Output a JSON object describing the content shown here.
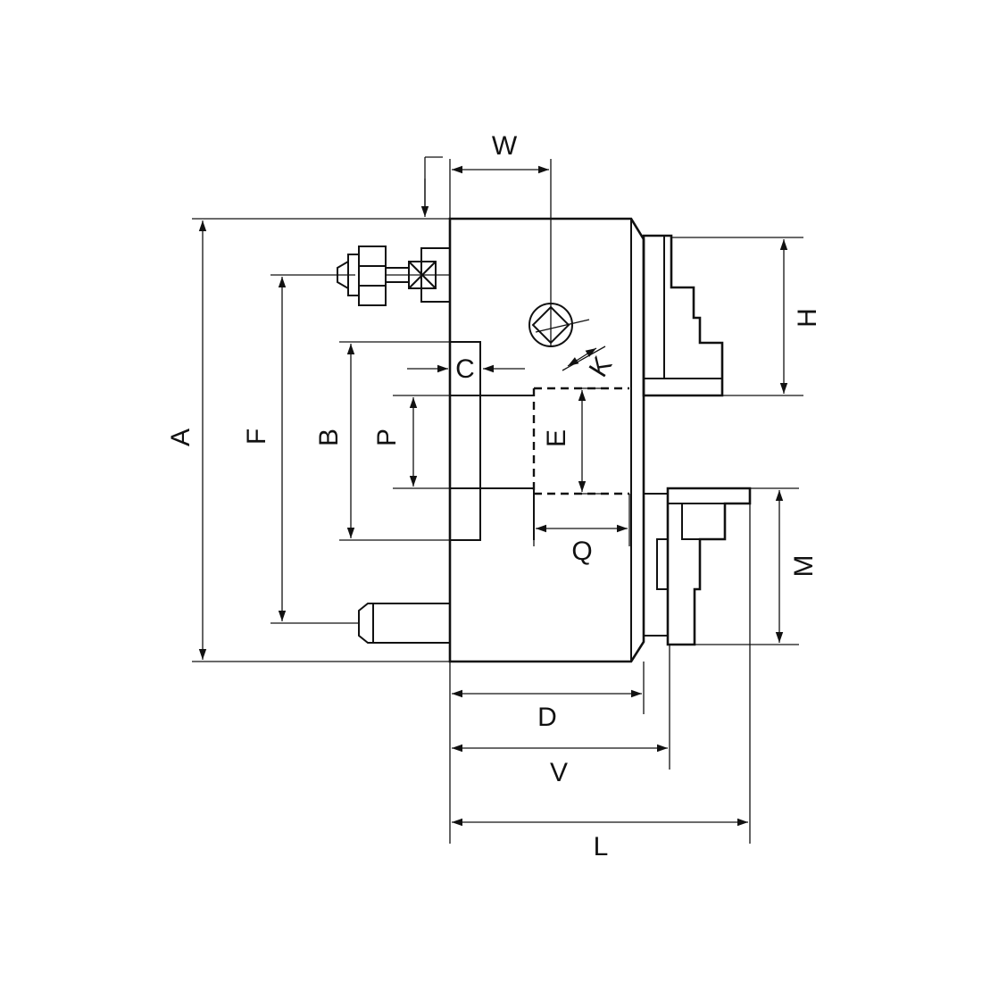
{
  "diagram": {
    "labels": {
      "W": "W",
      "A": "A",
      "F": "F",
      "B": "B",
      "P": "P",
      "C": "C",
      "E": "E",
      "K": "K",
      "H": "H",
      "M": "M",
      "Q": "Q",
      "D": "D",
      "V": "V",
      "L": "L"
    }
  }
}
